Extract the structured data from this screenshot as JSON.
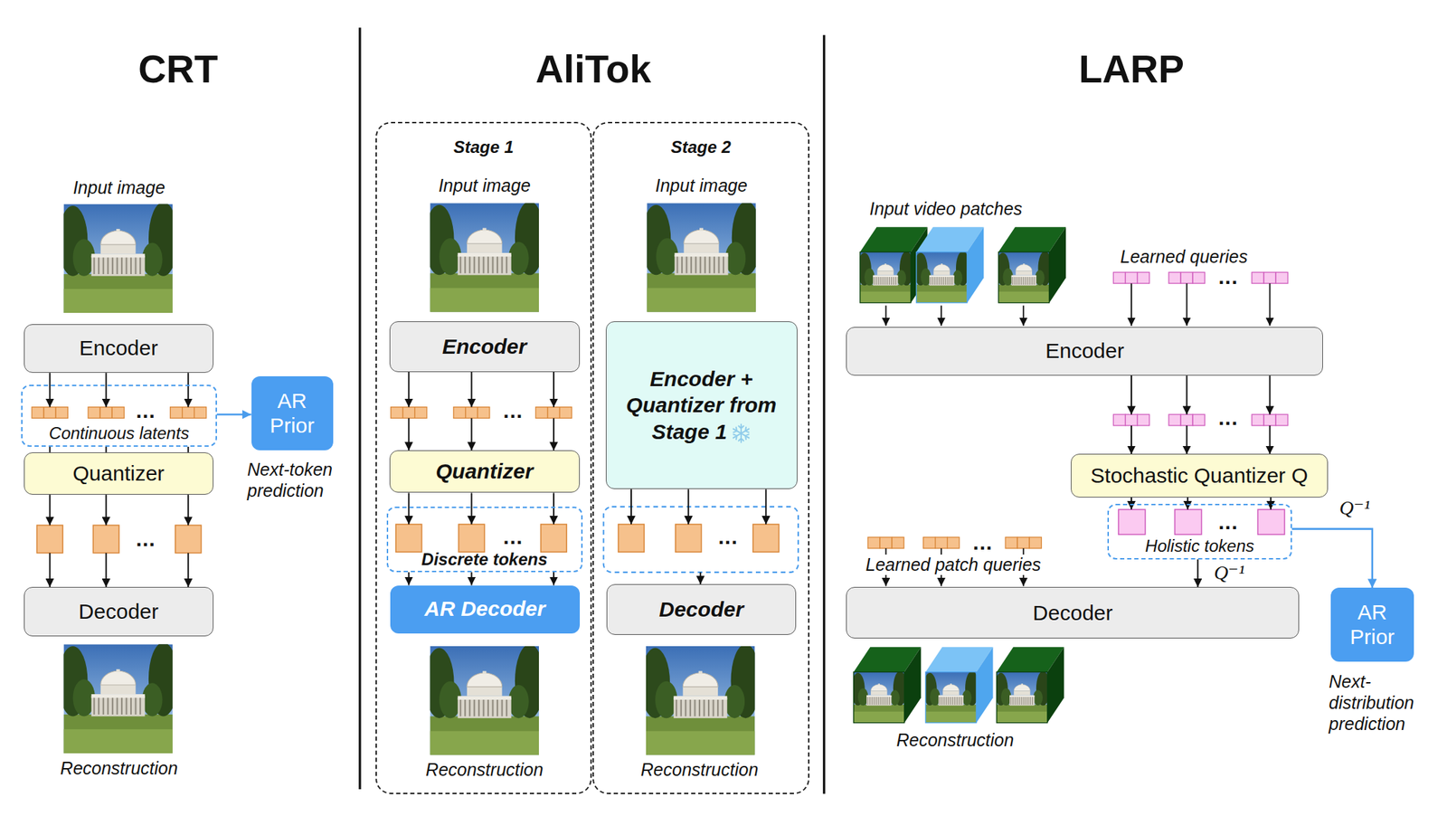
{
  "diagram": {
    "nodes": [
      {
        "text": [
          "Encoder"
        ]
      },
      {
        "text": [
          "Continuous latents"
        ]
      },
      {
        "text": [
          "AR Prior"
        ]
      },
      {
        "text": [
          "Quantizer"
        ]
      },
      {
        "text": [
          "Decoder"
        ]
      },
      {
        "text": [
          "Stage 1"
        ]
      },
      {
        "text": [
          "Encoder"
        ],
        "in": 5
      },
      {
        "text": [
          "Quantizer"
        ],
        "in": 5
      },
      {
        "text": [
          "Discrete tokens"
        ],
        "in": 5
      },
      {
        "text": [
          "AR Decoder"
        ],
        "in": 5
      },
      {
        "text": [
          "Stage 2"
        ]
      },
      {
        "text": [
          "Encoder + Quantizer from Stage 1"
        ],
        "in": 10
      },
      {
        "text": [
          "Decoder"
        ],
        "in": 10
      },
      {
        "text": [
          "Encoder"
        ]
      },
      {
        "text": [
          "Stochastic Quantizer Q"
        ]
      },
      {
        "text": [
          "Holistic tokens"
        ]
      },
      {
        "text": [
          "Decoder"
        ]
      },
      {
        "text": [
          "AR Prior"
        ]
      }
    ],
    "edges": [
      {
        "from": 0,
        "to": 1,
        "arrow": "to"
      },
      {
        "from": 1,
        "to": 3,
        "arrow": "none"
      },
      {
        "from": 3,
        "to": 4,
        "arrow": "to"
      },
      {
        "from": 1,
        "to": 2,
        "arrow": "to"
      },
      {
        "from": 6,
        "to": 7,
        "arrow": "to"
      },
      {
        "from": 7,
        "to": 8,
        "arrow": "to"
      },
      {
        "from": 8,
        "to": 9,
        "arrow": "to"
      },
      {
        "from": 11,
        "to": 12,
        "arrow": "to"
      },
      {
        "from": 13,
        "to": 14,
        "arrow": "to"
      },
      {
        "from": 14,
        "to": 15,
        "arrow": "to"
      },
      {
        "from": 15,
        "to": 16,
        "arrow": "to",
        "label": "Q⁻¹"
      },
      {
        "from": 15,
        "to": 17,
        "arrow": "to",
        "label": "Q⁻¹"
      }
    ],
    "labels": [
      "CRT",
      "AliTok",
      "LARP",
      "Input image",
      "Reconstruction",
      "Next-token prediction",
      "...",
      "...",
      "Input image",
      "...",
      "...",
      "Reconstruction",
      "Input image",
      "...",
      "Reconstruction",
      "Input video patches",
      "Learned queries",
      "...",
      "...",
      "...",
      "Learned patch queries",
      "...",
      "Reconstruction",
      "Next-distribution prediction"
    ]
  }
}
